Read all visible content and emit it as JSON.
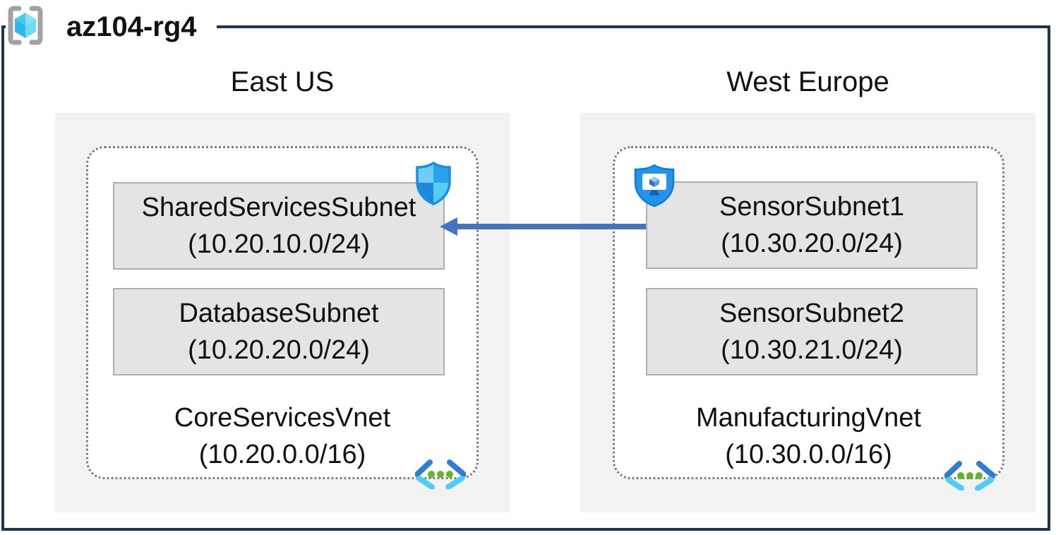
{
  "title": {
    "resource_group": "az104-rg4"
  },
  "regions": [
    {
      "name": "East US",
      "vnet": {
        "name": "CoreServicesVnet",
        "cidr": "(10.20.0.0/16)",
        "subnets": [
          {
            "name": "SharedServicesSubnet",
            "cidr": "(10.20.10.0/24)"
          },
          {
            "name": "DatabaseSubnet",
            "cidr": "(10.20.20.0/24)"
          }
        ]
      }
    },
    {
      "name": "West Europe",
      "vnet": {
        "name": "ManufacturingVnet",
        "cidr": "(10.30.0.0/16)",
        "subnets": [
          {
            "name": "SensorSubnet1",
            "cidr": "(10.30.20.0/24)"
          },
          {
            "name": "SensorSubnet2",
            "cidr": "(10.30.21.0/24)"
          }
        ]
      }
    }
  ],
  "connection": {
    "from": "SensorSubnet1",
    "to": "SharedServicesSubnet",
    "style": "solid-arrow-pointing-left"
  },
  "icons": {
    "header": "resource-group-icon",
    "left_subnet_badge": "nsg-shield-icon",
    "right_subnet_badge": "bastion-shield-icon",
    "vnet_corner": "virtual-network-icon"
  },
  "colors": {
    "frame": "#1f3352",
    "region_fill": "#f2f2f2",
    "subnet_fill": "#e4e4e4",
    "subnet_border": "#afafaf",
    "vnet_dotted_border": "#7e7e7e",
    "arrow": "#4472c4",
    "text": "#111111",
    "cube_cyan": "#49c8ef",
    "shield_blue": "#2493ec",
    "vnet_icon_green": "#67b427"
  }
}
